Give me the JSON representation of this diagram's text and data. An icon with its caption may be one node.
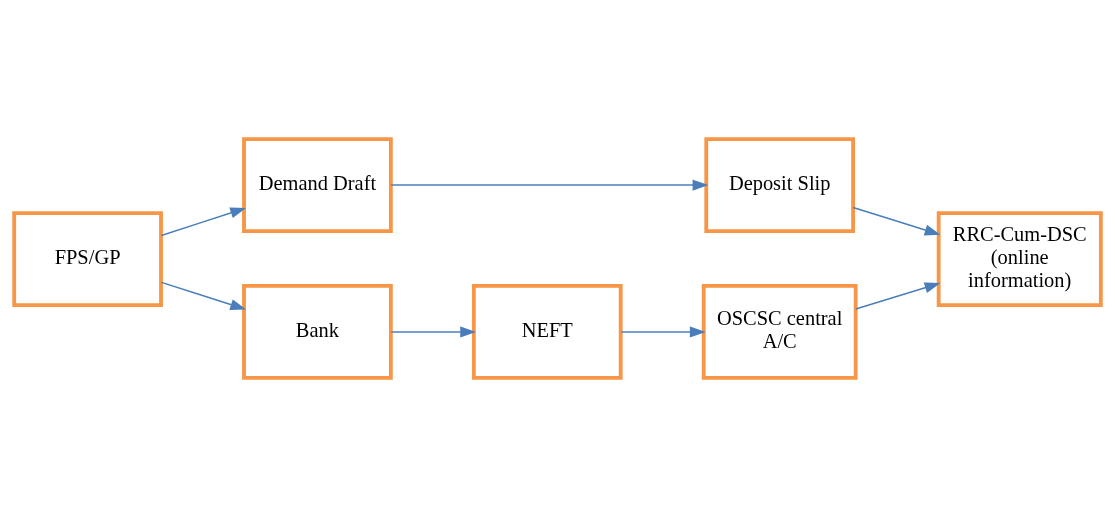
{
  "diagram": {
    "nodes": [
      {
        "text": [
          "FPS/GP"
        ]
      },
      {
        "text": [
          "Demand Draft"
        ]
      },
      {
        "text": [
          "Deposit Slip"
        ]
      },
      {
        "text": [
          "RRC-Cum-DSC (online information)"
        ]
      },
      {
        "text": [
          "Bank"
        ]
      },
      {
        "text": [
          "NEFT"
        ]
      },
      {
        "text": [
          "OSCSC central A/C"
        ]
      }
    ],
    "edges": [
      {
        "from": 0,
        "to": 1,
        "arrow": "to"
      },
      {
        "from": 1,
        "to": 2,
        "arrow": "to"
      },
      {
        "from": 2,
        "to": 3,
        "arrow": "to"
      },
      {
        "from": 0,
        "to": 4,
        "arrow": "to"
      },
      {
        "from": 4,
        "to": 5,
        "arrow": "to"
      },
      {
        "from": 5,
        "to": 6,
        "arrow": "to"
      },
      {
        "from": 6,
        "to": 3,
        "arrow": "to"
      }
    ]
  }
}
